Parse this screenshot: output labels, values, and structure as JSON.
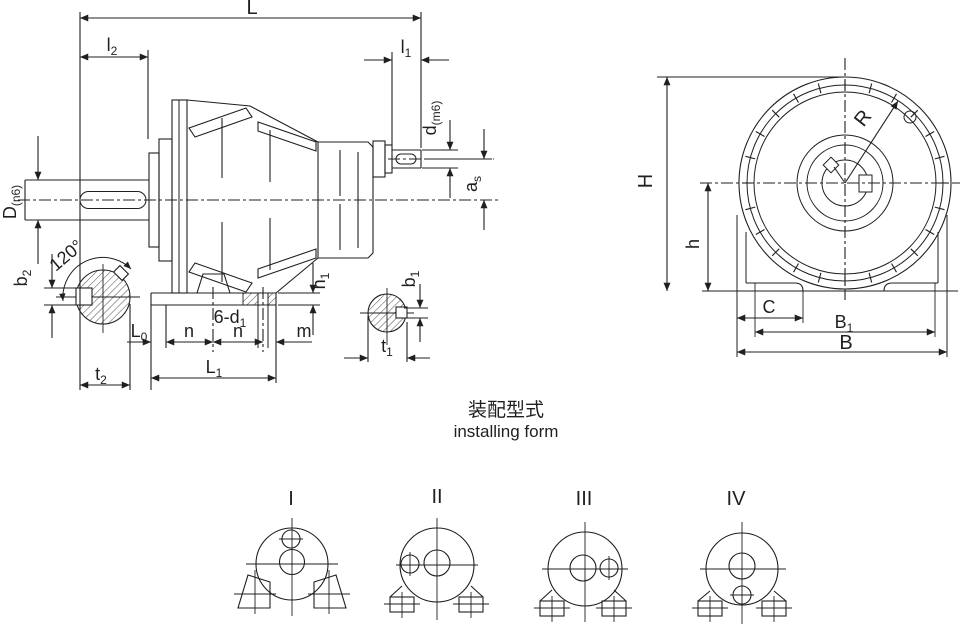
{
  "colors": {
    "line": "#1f1f1f",
    "background": "#ffffff"
  },
  "caption": {
    "zh": "装配型式",
    "en": "installing form"
  },
  "side_view": {
    "overall_length": "L",
    "shaft_ext_output": {
      "base": "l",
      "sub": "2"
    },
    "shaft_ext_input": {
      "base": "l",
      "sub": "1"
    },
    "input_shaft_dia": {
      "base": "d",
      "sub": "(m6)"
    },
    "shaft_height_offset": {
      "base": "a",
      "sub": "s"
    },
    "output_shaft_dia": {
      "base": "D",
      "sub": "(n6)"
    },
    "key_angle": "120°",
    "output_key_width": {
      "base": "b",
      "sub": "2"
    },
    "output_key_depth": {
      "base": "t",
      "sub": "2"
    },
    "foot_offset": {
      "base": "L",
      "sub": "0"
    },
    "hole_pitch_a": "n",
    "hole_pitch_b": "n",
    "mounting_holes": {
      "base": "6-d",
      "sub": "1"
    },
    "hole_margin": "m",
    "foot_length": {
      "base": "L",
      "sub": "1"
    },
    "foot_thickness": {
      "base": "h",
      "sub": "1"
    },
    "input_key_width": {
      "base": "b",
      "sub": "1"
    },
    "input_key_depth": {
      "base": "t",
      "sub": "1"
    }
  },
  "end_view": {
    "overall_height": "H",
    "axis_height": "h",
    "housing_radius": "R",
    "foot_width": "C",
    "foot_span": {
      "base": "B",
      "sub": "1"
    },
    "base_width": "B"
  },
  "installing_forms": [
    {
      "label": "I"
    },
    {
      "label": "II"
    },
    {
      "label": "III"
    },
    {
      "label": "IV"
    }
  ]
}
